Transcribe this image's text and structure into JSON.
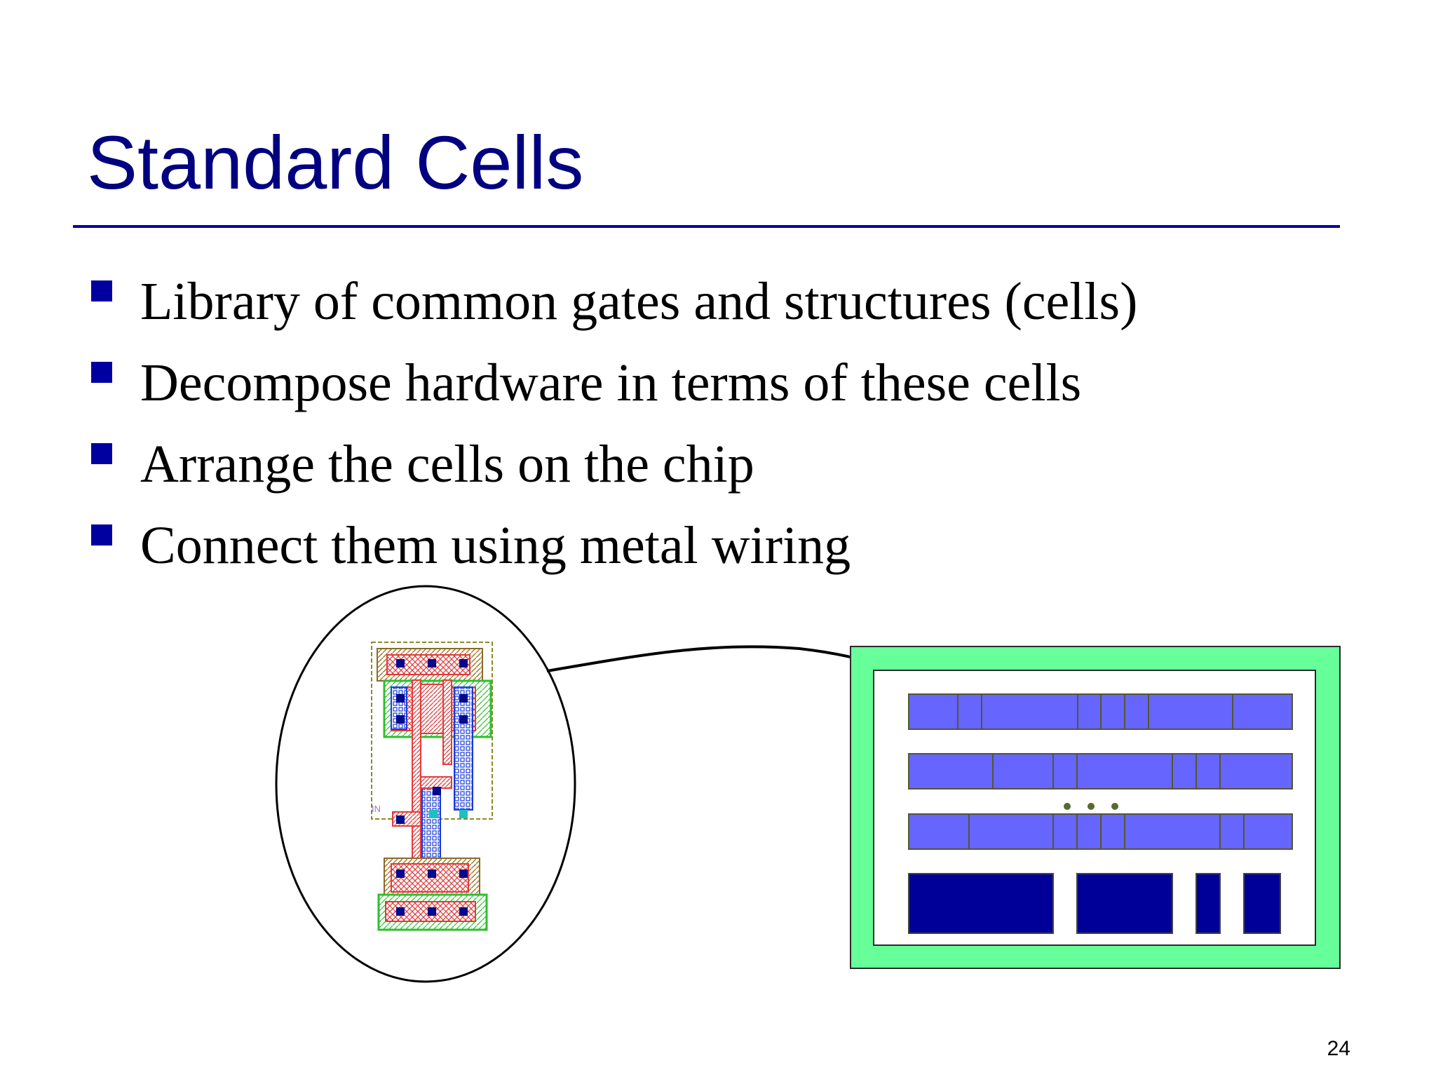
{
  "slide": {
    "title": "Standard Cells",
    "bullets": [
      "Library of common gates and structures (cells)",
      "Decompose hardware in terms of these cells",
      "Arrange the cells on the chip",
      "Connect them using metal wiring"
    ],
    "page_number": "24"
  },
  "diagram": {
    "cell_layout_label": "IN",
    "colors": {
      "chip_border": "#66ff99",
      "cell_row": "#6666ff",
      "macro_block": "#000099",
      "dots": "#556b2f",
      "title": "#000080"
    }
  }
}
